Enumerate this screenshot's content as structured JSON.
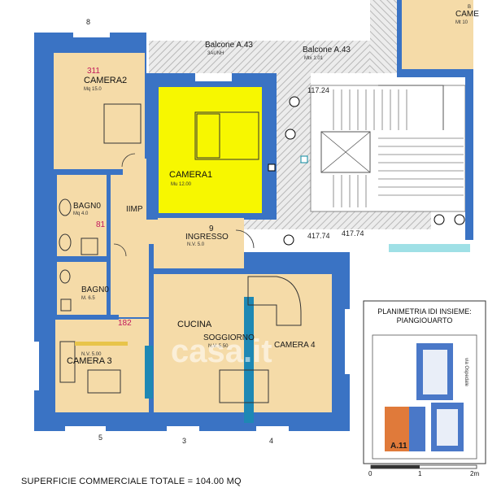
{
  "rooms": {
    "camera2": {
      "name": "CAMERA2",
      "sub": "Mq 15.0",
      "code": "311"
    },
    "camera1": {
      "name": "CAMERA1",
      "sub": "Mu 12.00"
    },
    "bagno1": {
      "name": "BAGN0",
      "sub": "Mq 4.0"
    },
    "bagno2": {
      "name": "BAGN0",
      "sub": "M. 6.5"
    },
    "ingresso": {
      "name": "INGRESSO",
      "sub": "N.V. 5.0"
    },
    "cucina": {
      "name": "CUCINA"
    },
    "soggiorno": {
      "name": "SOGGIORNO",
      "sub": "N.V. 5.50"
    },
    "camera3": {
      "name": "CAMERA 3",
      "sub": "N.V. 5.00"
    },
    "camera4": {
      "name": "CAMERA 4"
    },
    "camera_b": {
      "name": "CAME",
      "sub": "Mt 10",
      "code": "B"
    }
  },
  "balconies": [
    {
      "name": "Balcone A.43",
      "sub": "3AUNH"
    },
    {
      "name": "Balcone A.43",
      "sub": "Mtx 1:01"
    }
  ],
  "labels": {
    "imp": "IIMP",
    "code_81": "81",
    "code_9": "9",
    "code_182": "182",
    "level_117": "117.24",
    "level_417_a": "417.74",
    "level_417_b": "417.74"
  },
  "dimensions": {
    "top": "8",
    "bottom_left": "5",
    "bottom_mid": "3",
    "bottom_right": "4"
  },
  "legend": {
    "title": "PLANIMETRIA IDI INSIEME:",
    "subtitle": "PIANGIOUARTO",
    "unit": "A.11",
    "street": "via Ospedale"
  },
  "scale": {
    "zero": "0",
    "one": "1",
    "two": "2m"
  },
  "watermark": "casa.it",
  "footer": "SUPERFICIE COMMERCIALE TOTALE = 104.00 MQ",
  "colors": {
    "wall": "#3a73c4",
    "floor": "#f5dba8",
    "highlight": "#f7f700",
    "column": "#1e88b4",
    "hatch": "#c9c9c9"
  }
}
